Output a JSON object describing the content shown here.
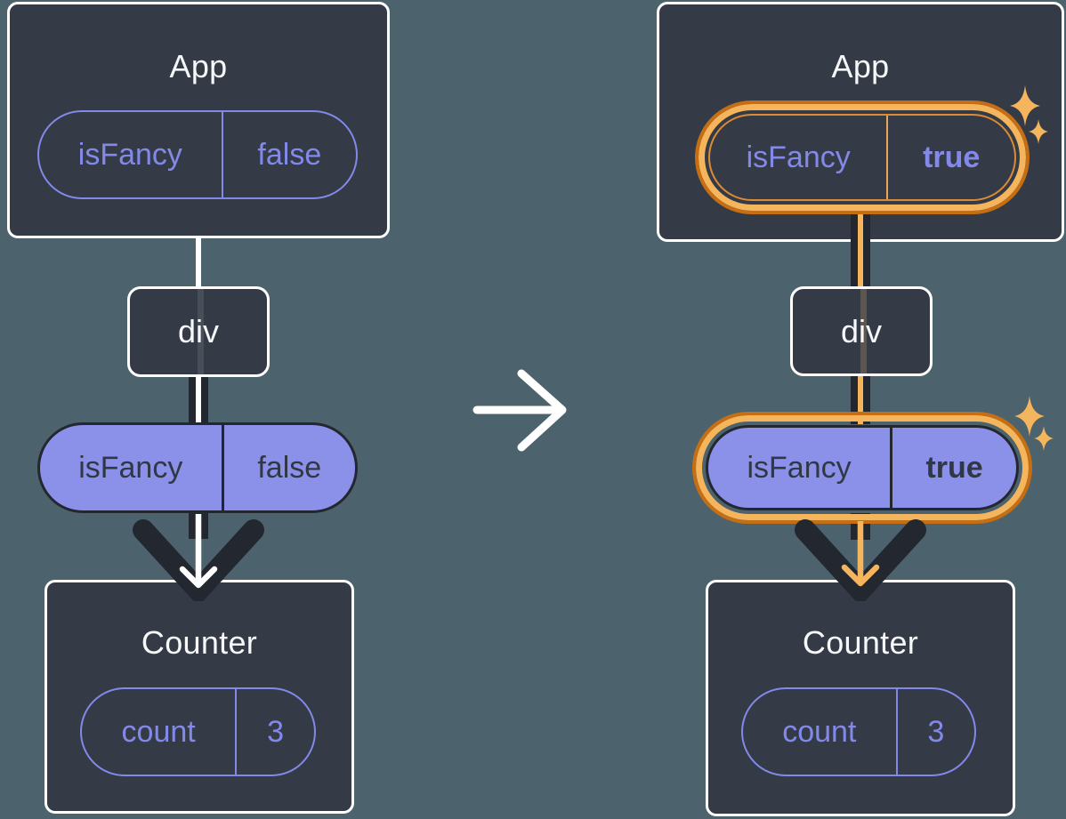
{
  "theme": {
    "colors": {
      "bg": "#4C636D",
      "card": "#343B47",
      "cardBorder": "#FFFFFF",
      "title": "#F6F7F9",
      "purple": "#8289E8",
      "purpleFill": "#8B90E9",
      "darkText": "#313845",
      "dark": "#23272F",
      "white": "#FFFFFF",
      "orangeLight": "#F5B55C",
      "orangeDark": "#C56E14",
      "orangeMid": "#DB8B33",
      "orangeDivider": "#E9A755"
    }
  },
  "icons": {
    "transition": "arrow-right-icon",
    "prop_flow": "arrow-down-chevron-icon",
    "highlight": "sparkle-icon"
  },
  "left_tree": {
    "app_card": {
      "title": "App"
    },
    "app_prop": {
      "name": "isFancy",
      "value": "false"
    },
    "div_node": {
      "label": "div"
    },
    "passed_prop": {
      "name": "isFancy",
      "value": "false"
    },
    "counter_card": {
      "title": "Counter"
    },
    "counter_state": {
      "name": "count",
      "value": "3"
    }
  },
  "right_tree": {
    "app_card": {
      "title": "App"
    },
    "app_prop": {
      "name": "isFancy",
      "value": "true"
    },
    "div_node": {
      "label": "div"
    },
    "passed_prop": {
      "name": "isFancy",
      "value": "true"
    },
    "counter_card": {
      "title": "Counter"
    },
    "counter_state": {
      "name": "count",
      "value": "3"
    }
  }
}
